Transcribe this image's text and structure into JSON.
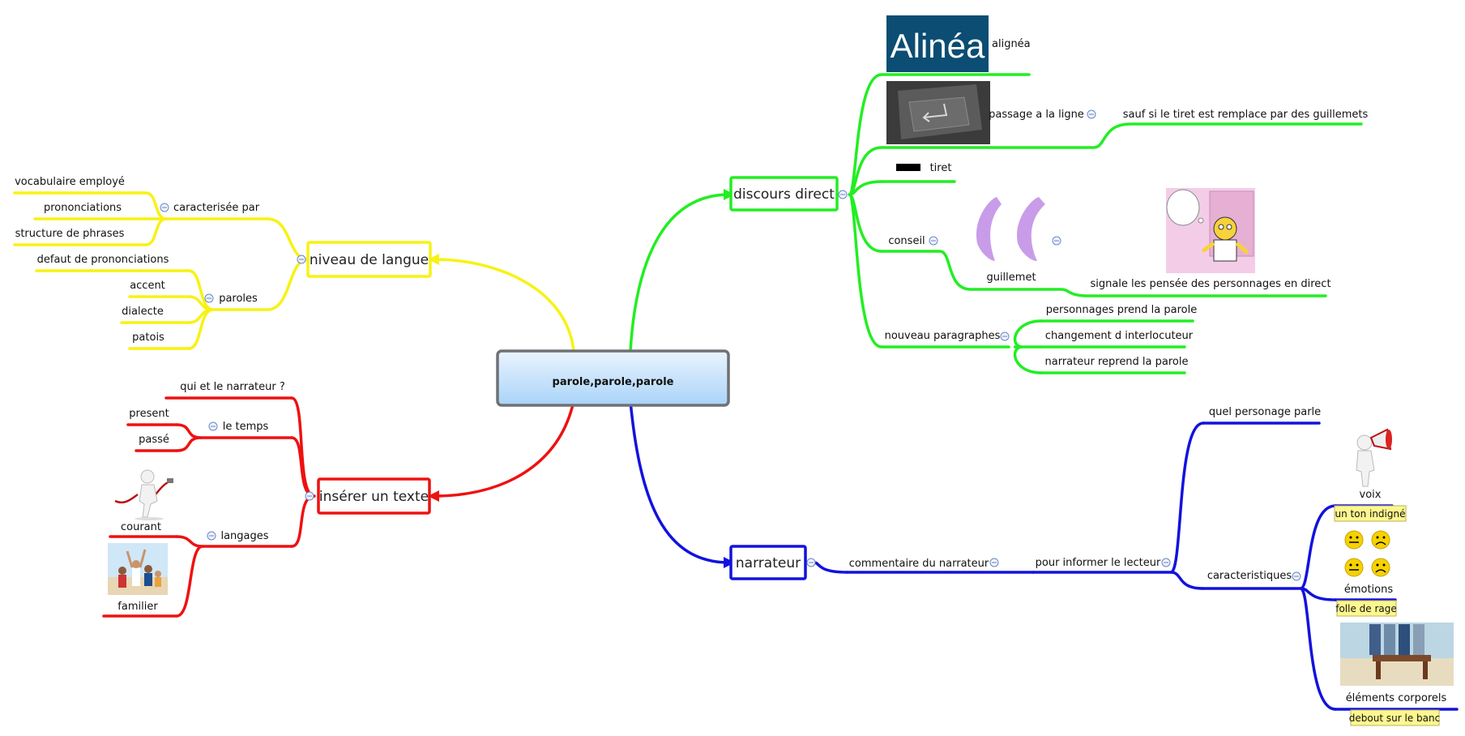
{
  "central": {
    "label": "parole,parole,parole"
  },
  "colors": {
    "yellow": "#f7f213",
    "red": "#ee1111",
    "green": "#22ee22",
    "blue": "#1212dd",
    "central_fill_top": "#eaf4ff",
    "central_fill_bottom": "#a9d3f8",
    "central_border": "#6f7175",
    "note_fill": "#fdf78f",
    "collapse_icon": "#6b86c6"
  },
  "branches": {
    "niveau": {
      "label": "niveau de langue",
      "caracterisee": {
        "label": "caracterisée par",
        "items": [
          "vocabulaire employé",
          "prononciations",
          "structure de phrases"
        ]
      },
      "paroles": {
        "label": "paroles",
        "items": [
          "defaut de prononciations",
          "accent",
          "dialecte",
          "patois"
        ]
      }
    },
    "inserer": {
      "label": "insérer un texte",
      "qui": "qui et le narrateur ?",
      "temps": {
        "label": "le temps",
        "items": [
          "present",
          "passé"
        ]
      },
      "langages": {
        "label": "langages",
        "items": [
          "courant",
          "familier"
        ]
      }
    },
    "discours": {
      "label": "discours direct",
      "aligna": {
        "label": "alignéa",
        "image_text": "Alinéa",
        "image_icon": "alinea-logo-icon"
      },
      "passage": {
        "label": "passage a la ligne",
        "image_icon": "enter-key-icon",
        "child": "sauf si le tiret est remplace par des guillemets"
      },
      "tiret": {
        "label": "tiret",
        "image_icon": "dash-icon"
      },
      "conseil": {
        "label": "conseil",
        "guillemet": {
          "label": "guillemet",
          "image_icon": "guillemet-quote-icon"
        },
        "signale": {
          "label": "signale les pensée des personnages en direct",
          "image_icon": "cartoon-thinking-icon"
        }
      },
      "nouveau": {
        "label": "nouveau paragraphes",
        "items": [
          "personnages prend la parole",
          "changement d interlocuteur",
          "narrateur reprend la parole"
        ]
      }
    },
    "narrateur": {
      "label": "narrateur",
      "commentaire": "commentaire du narrateur",
      "informer": "pour informer le lecteur",
      "quel": "quel personage parle",
      "caracteristiques": {
        "label": "caracteristiques",
        "voix": {
          "label": "voix",
          "note": "un ton indigné",
          "image_icon": "megaphone-figure-icon"
        },
        "emotions": {
          "label": "émotions",
          "note": "folle de rage",
          "image_icon": "smiley-faces-icon"
        },
        "corporels": {
          "label": "éléments corporels",
          "note": "debout sur le banc",
          "image_icon": "people-on-bench-icon"
        }
      }
    }
  }
}
